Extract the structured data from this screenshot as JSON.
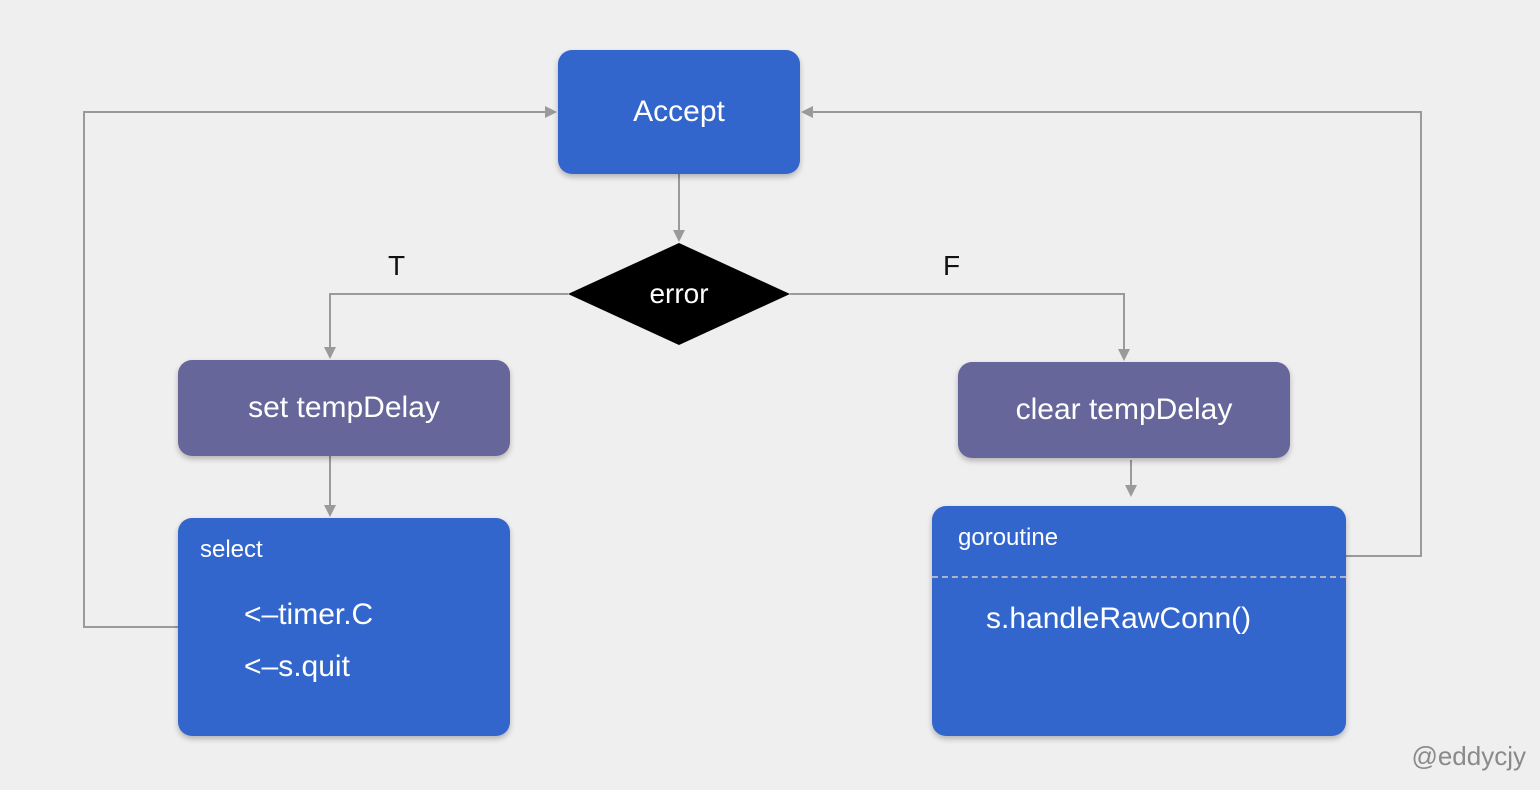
{
  "nodes": {
    "accept": "Accept",
    "decision": "error",
    "set_delay": "set tempDelay",
    "clear_delay": "clear tempDelay",
    "select": {
      "header": "select",
      "cases": [
        "<–timer.C",
        "<–s.quit"
      ]
    },
    "goroutine": {
      "header": "goroutine",
      "call": "s.handleRawConn()"
    }
  },
  "edges": {
    "true_label": "T",
    "false_label": "F"
  },
  "watermark": "@eddycjy",
  "colors": {
    "background": "#efefef",
    "blue_node": "#3266cc",
    "purple_node": "#67669a",
    "decision_fill": "#000000",
    "connector": "#9a9a9a"
  }
}
